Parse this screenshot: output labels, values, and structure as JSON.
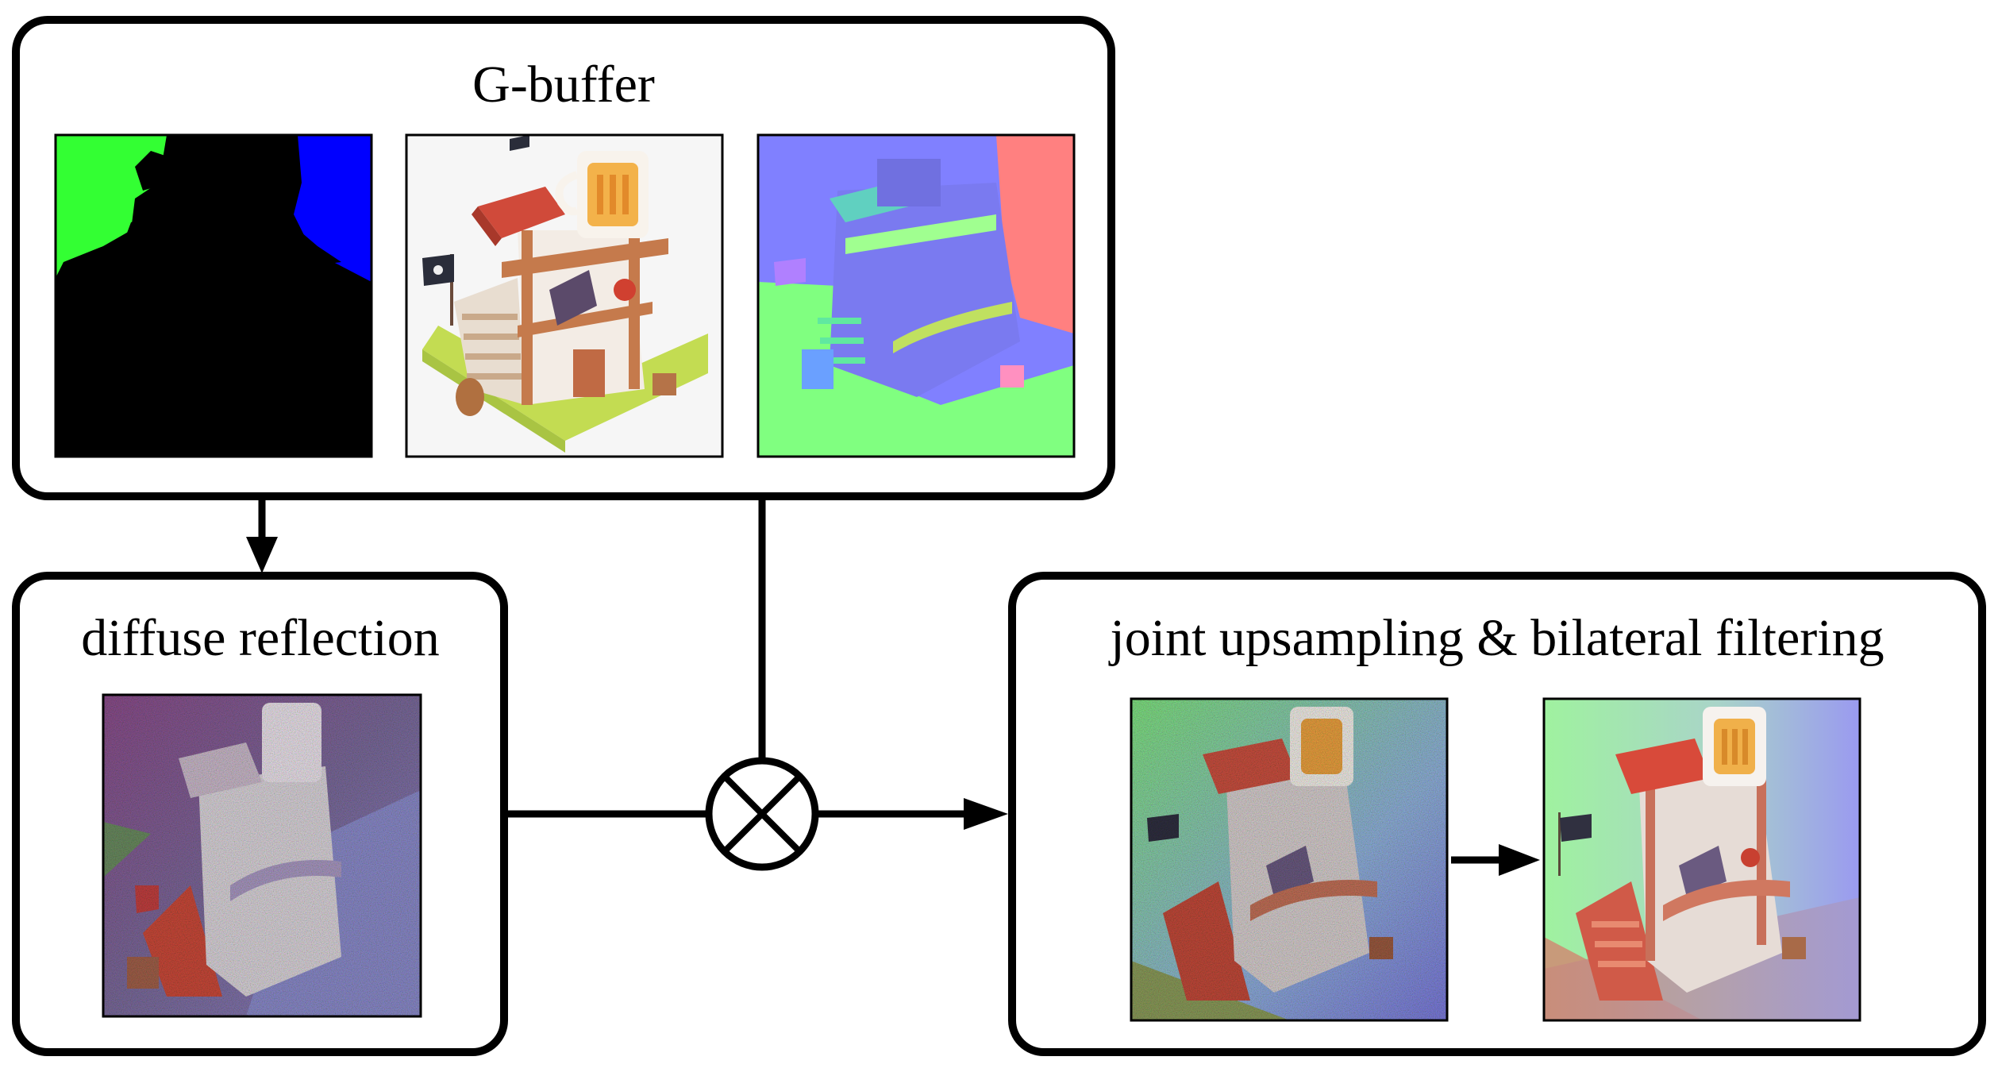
{
  "gbuffer": {
    "title": "G-buffer",
    "images": [
      "depth-mask",
      "albedo",
      "normal"
    ]
  },
  "diffuse": {
    "title": "diffuse reflection"
  },
  "filter": {
    "title": "joint upsampling & bilateral filtering"
  },
  "colors": {
    "stroke": "#000000",
    "mask_green": "#33ff33",
    "mask_blue": "#0000ff",
    "normal_blue": "#8080ff",
    "normal_green": "#80ff80",
    "normal_red": "#ff8080",
    "albedo_bg": "#f6f6f6"
  }
}
